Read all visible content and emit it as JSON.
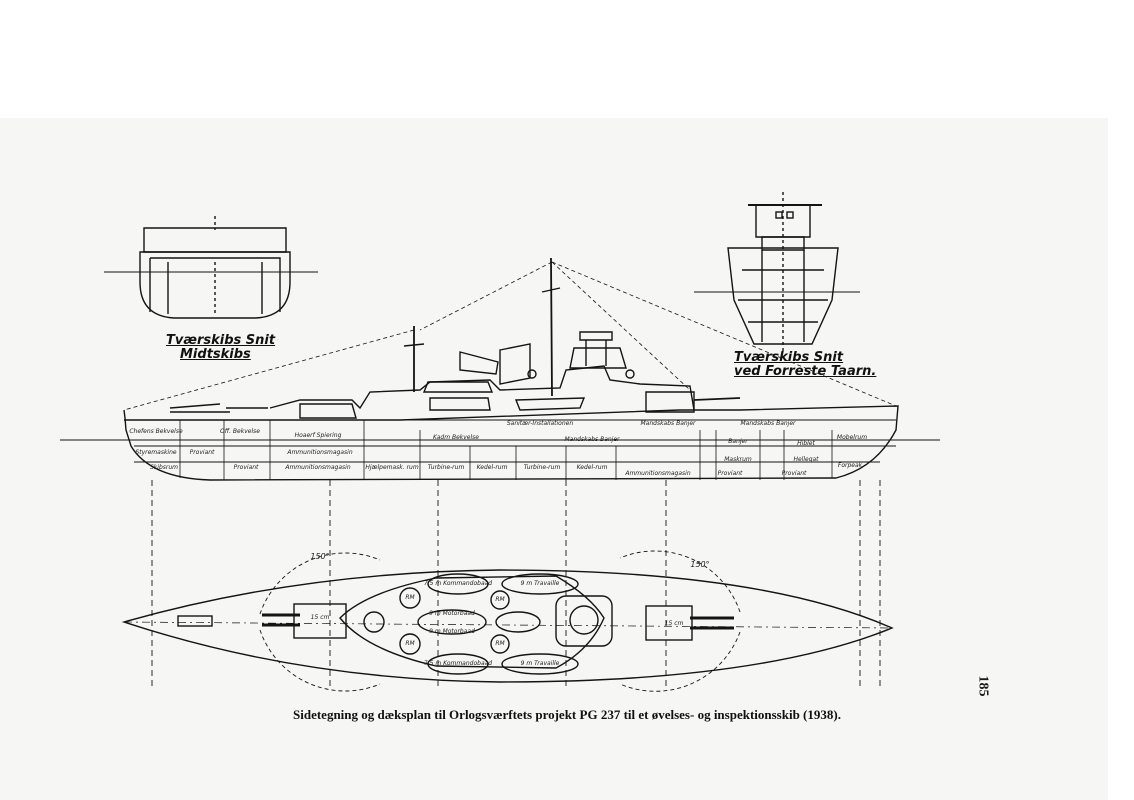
{
  "drawing": {
    "section_mid_label": [
      "Tværskibs Snit",
      "Midtskibs"
    ],
    "section_fwd_label": [
      "Tværskibs Snit",
      "ved Forreste Taarn."
    ],
    "side_labels_upper": [
      "Chefens Bekvelse",
      "Off. Bekvelse",
      "Hoaerf Spiering",
      "Kadm Bekvelse",
      "Sanitær-Installationen",
      "Mandskabs Banjer",
      "Mandskabs Banjer",
      "Mandskabs Banjer",
      "Banjer",
      "Hiblet",
      "Mobelrum"
    ],
    "side_labels_lower": [
      "Styremaskine",
      "Proviant",
      "Ammunitionsmagasin",
      "Skibsrum",
      "Proviant",
      "Ammunitionsmagasin",
      "Hjælpemask. rum",
      "Turbine-rum",
      "Kedel-rum",
      "Turbine-rum",
      "Kedel-rum",
      "Ammunitionsmagasin",
      "Maskrum",
      "Proviant",
      "Proviant",
      "Hellegat",
      "Forpeak"
    ],
    "deck_labels": [
      "150°",
      "150°",
      "15 cm",
      "15 cm",
      "7.5 m Kommandobaad",
      "9 m Travaille",
      "9 m Motorbaad",
      "9 m Motorbaad",
      "7.5 m Kommandobaad",
      "9 m Travaille",
      "RM",
      "RM",
      "RM",
      "RM"
    ]
  },
  "caption": "Sidetegning og dæksplan til Orlogsværftets projekt PG 237 til et øvelses- og inspektionsskib (1938).",
  "page_number": "185"
}
